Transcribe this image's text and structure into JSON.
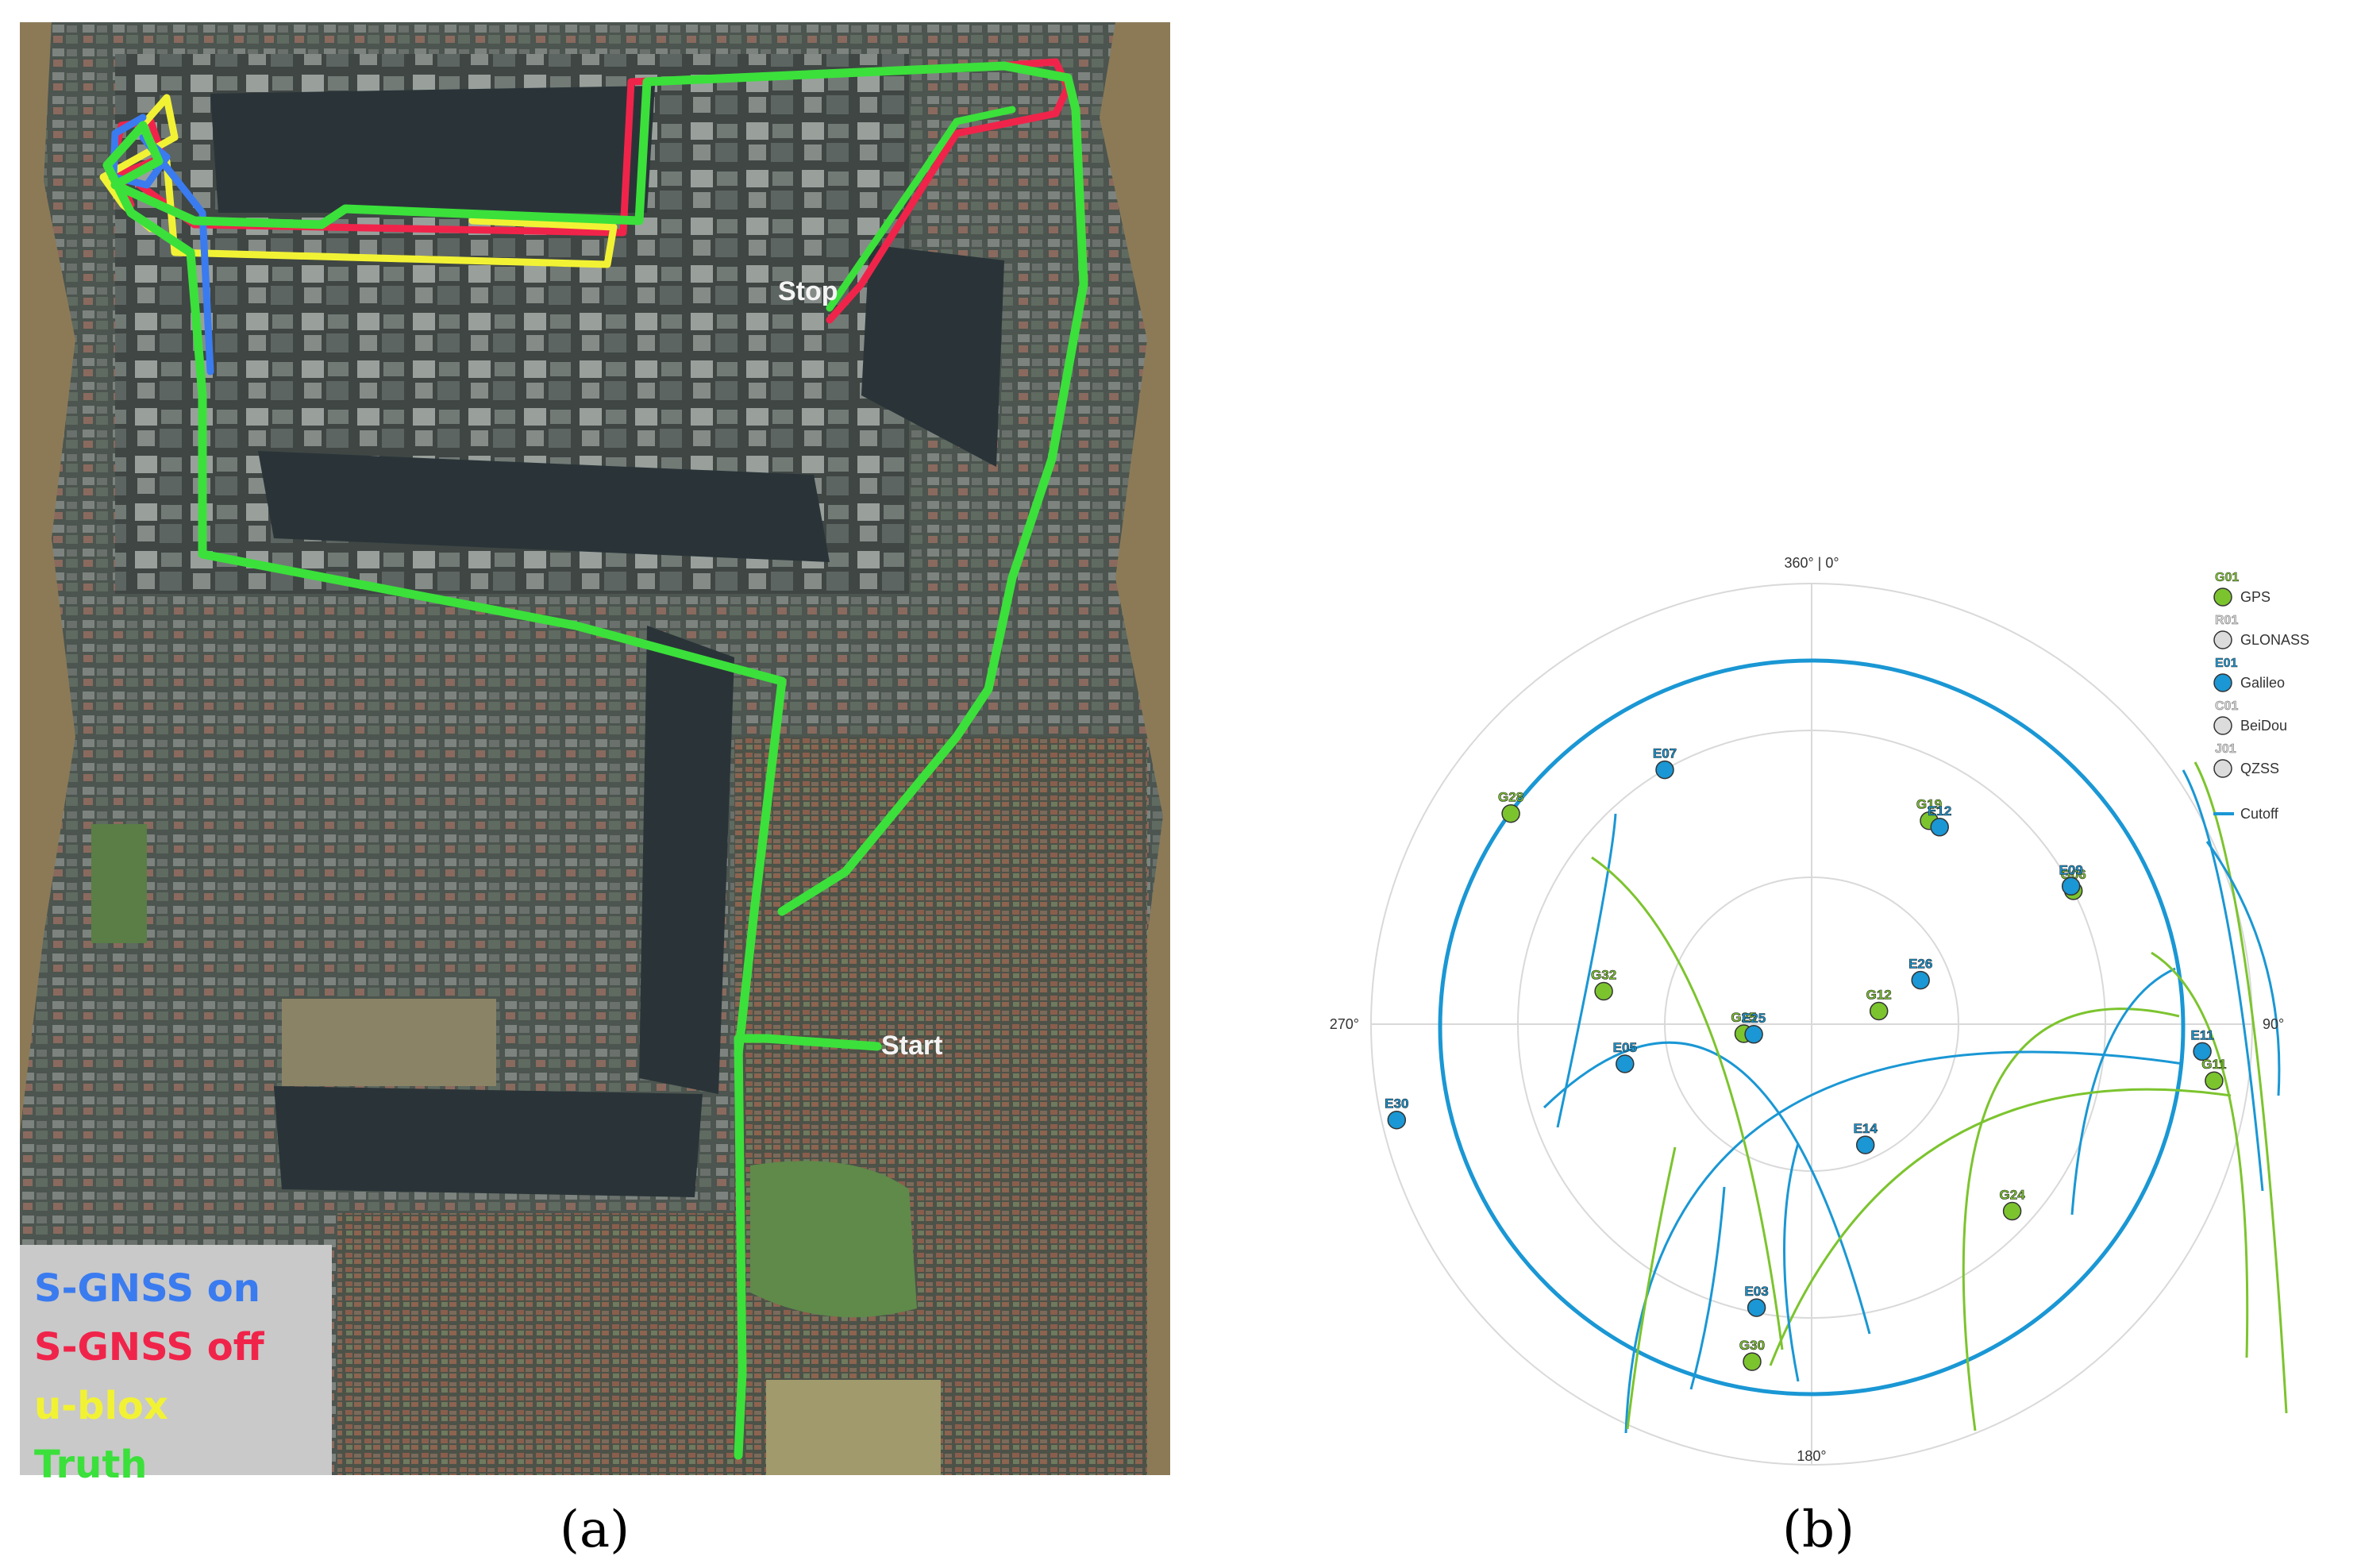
{
  "panel_a": {
    "caption": "(a)",
    "labels": {
      "stop": "Stop",
      "start": "Start"
    },
    "legend": [
      {
        "label": "S-GNSS on",
        "color": "#3a7bf0"
      },
      {
        "label": "S-GNSS off",
        "color": "#f0244a"
      },
      {
        "label": "u-blox",
        "color": "#f2f235"
      },
      {
        "label": "Truth",
        "color": "#3be03b"
      }
    ],
    "colors": {
      "map_dark": "#3b4242",
      "water": "#2a3438",
      "river": "#8c7a57",
      "land": "#55605a",
      "roof": "#8f9591",
      "park": "#5f8a4a",
      "roof_red": "#8a5a4a"
    }
  },
  "panel_b": {
    "caption": "(b)",
    "azimuth_labels": {
      "north": "360° | 0°",
      "east": "90°",
      "south": "180°",
      "west": "270°"
    },
    "legend": [
      {
        "code": "G01",
        "name": "GPS",
        "color": "#7cc42e"
      },
      {
        "code": "R01",
        "name": "GLONASS",
        "color": "#dcdcdc"
      },
      {
        "code": "E01",
        "name": "Galileo",
        "color": "#1a97d4"
      },
      {
        "code": "C01",
        "name": "BeiDou",
        "color": "#dcdcdc"
      },
      {
        "code": "J01",
        "name": "QZSS",
        "color": "#dcdcdc"
      },
      {
        "code": "",
        "name": "Cutoff",
        "color": "#1a97d4"
      }
    ],
    "satellites": [
      {
        "id": "G19",
        "system": "GPS",
        "azimuth": 30,
        "elevation": 42
      },
      {
        "id": "E12",
        "system": "Galileo",
        "azimuth": 33,
        "elevation": 42
      },
      {
        "id": "G06",
        "system": "GPS",
        "azimuth": 63,
        "elevation": 30
      },
      {
        "id": "E09",
        "system": "Galileo",
        "azimuth": 62,
        "elevation": 30
      },
      {
        "id": "E07",
        "system": "Galileo",
        "azimuth": 330,
        "elevation": 30
      },
      {
        "id": "G28",
        "system": "GPS",
        "azimuth": 305,
        "elevation": 15
      },
      {
        "id": "E26",
        "system": "Galileo",
        "azimuth": 68,
        "elevation": 66
      },
      {
        "id": "G12",
        "system": "GPS",
        "azimuth": 79,
        "elevation": 76
      },
      {
        "id": "G32",
        "system": "GPS",
        "azimuth": 279,
        "elevation": 47
      },
      {
        "id": "G25",
        "system": "GPS",
        "azimuth": 262,
        "elevation": 76
      },
      {
        "id": "E25",
        "system": "Galileo",
        "azimuth": 260,
        "elevation": 78
      },
      {
        "id": "E05",
        "system": "Galileo",
        "azimuth": 258,
        "elevation": 51
      },
      {
        "id": "E11",
        "system": "Galileo",
        "azimuth": 94,
        "elevation": 10
      },
      {
        "id": "G11",
        "system": "GPS",
        "azimuth": 98,
        "elevation": 7
      },
      {
        "id": "E30",
        "system": "Galileo",
        "azimuth": 257,
        "elevation": 3
      },
      {
        "id": "E14",
        "system": "Galileo",
        "azimuth": 156,
        "elevation": 63
      },
      {
        "id": "G24",
        "system": "GPS",
        "azimuth": 133,
        "elevation": 34
      },
      {
        "id": "E03",
        "system": "Galileo",
        "azimuth": 191,
        "elevation": 31
      },
      {
        "id": "G30",
        "system": "GPS",
        "azimuth": 190,
        "elevation": 20
      }
    ]
  }
}
